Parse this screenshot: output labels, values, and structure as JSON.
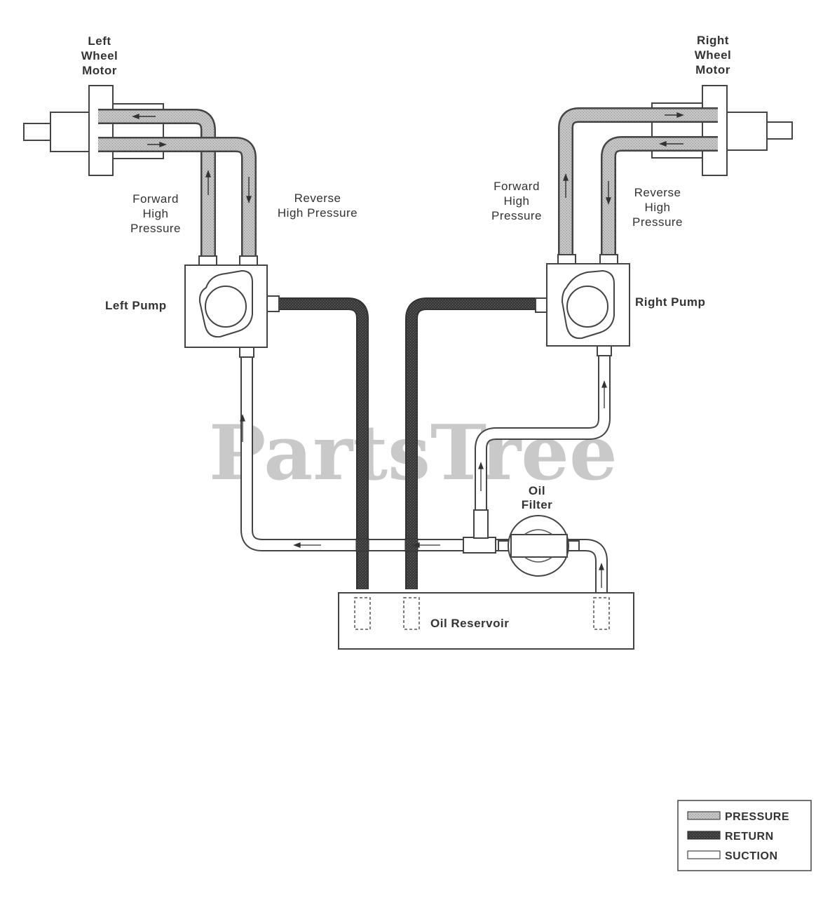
{
  "labels": {
    "left_motor": [
      "Left",
      "Wheel",
      "Motor"
    ],
    "right_motor": [
      "Right",
      "Wheel",
      "Motor"
    ],
    "left_forward": [
      "Forward",
      "High",
      "Pressure"
    ],
    "left_reverse": [
      "Reverse",
      "High Pressure"
    ],
    "right_forward": [
      "Forward",
      "High",
      "Pressure"
    ],
    "right_reverse": [
      "Reverse",
      "High",
      "Pressure"
    ],
    "left_pump": "Left Pump",
    "right_pump": "Right Pump",
    "oil_filter": [
      "Oil",
      "Filter"
    ],
    "oil_reservoir": "Oil Reservoir"
  },
  "legend": {
    "pressure": "PRESSURE",
    "return": "RETURN",
    "suction": "SUCTION"
  },
  "watermark": "PartsTree",
  "colors": {
    "pressure_fill": "#bdbdbd",
    "return_fill": "#3a3a3a",
    "suction_fill": "#ffffff",
    "outline": "#444444"
  }
}
